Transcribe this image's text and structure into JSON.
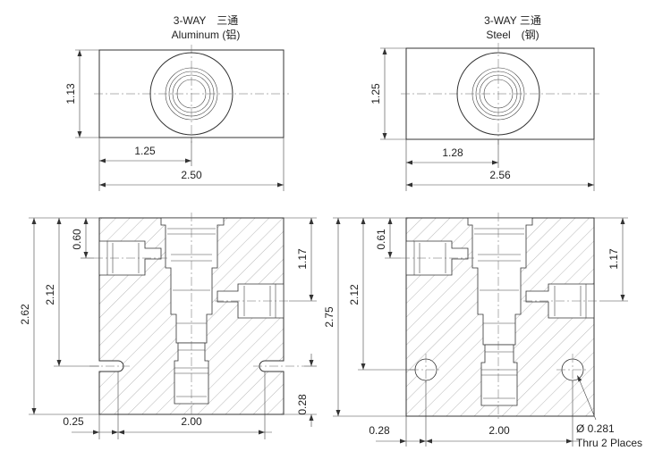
{
  "views": {
    "aluminum": {
      "title_line1": "3-WAY　三通",
      "title_line2": "Aluminum (铝)",
      "height_dim": "1.13",
      "port_offset_dim": "1.25",
      "width_dim": "2.50",
      "section": {
        "overall_height_dim": "2.62",
        "upper_port_dim": "2.12",
        "left_port_dim": "0.60",
        "right_port_dim": "1.17",
        "mount_hole_dim": "0.28",
        "edge_offset_dim": "0.25",
        "hole_spacing_dim": "2.00"
      }
    },
    "steel": {
      "title_line1": "3-WAY 三通",
      "title_line2": "Steel　(钢)",
      "height_dim": "1.25",
      "port_offset_dim": "1.28",
      "width_dim": "2.56",
      "section": {
        "overall_height_dim": "2.75",
        "upper_port_dim": "2.12",
        "left_port_dim": "0.61",
        "right_port_dim": "1.17",
        "edge_offset_dim": "0.28",
        "hole_spacing_dim": "2.00",
        "hole_note_line1": "Ø 0.281",
        "hole_note_line2": "Thru 2 Places"
      }
    }
  }
}
